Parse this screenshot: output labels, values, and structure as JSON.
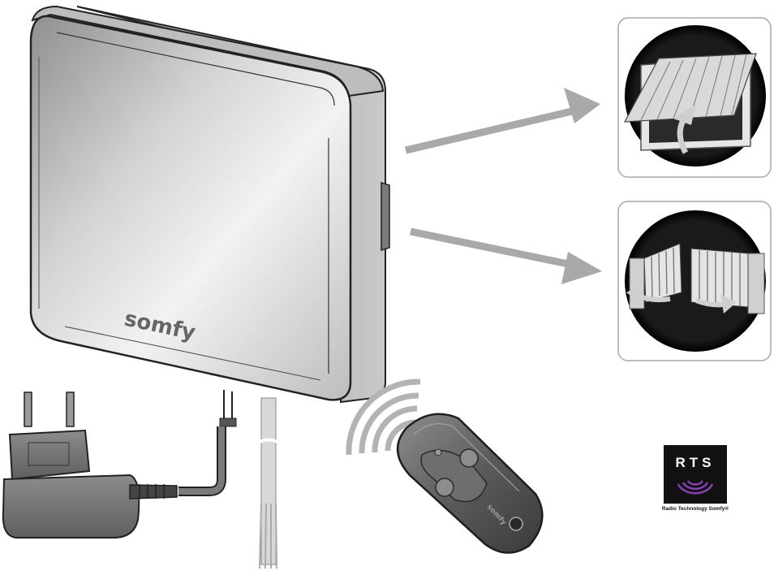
{
  "receiver": {
    "brand": "somfy"
  },
  "remote": {
    "brand": "somfy"
  },
  "rts_logo": {
    "letters": "RTS",
    "caption": "Radio Technology Somfy®",
    "wave_color": "#8a3fb5"
  },
  "icons": {
    "garage": "garage-door-icon",
    "gate": "swing-gate-icon"
  },
  "colors": {
    "arrow": "#a9a9a9",
    "housing": "#d9d9d9",
    "outline": "#222222"
  }
}
